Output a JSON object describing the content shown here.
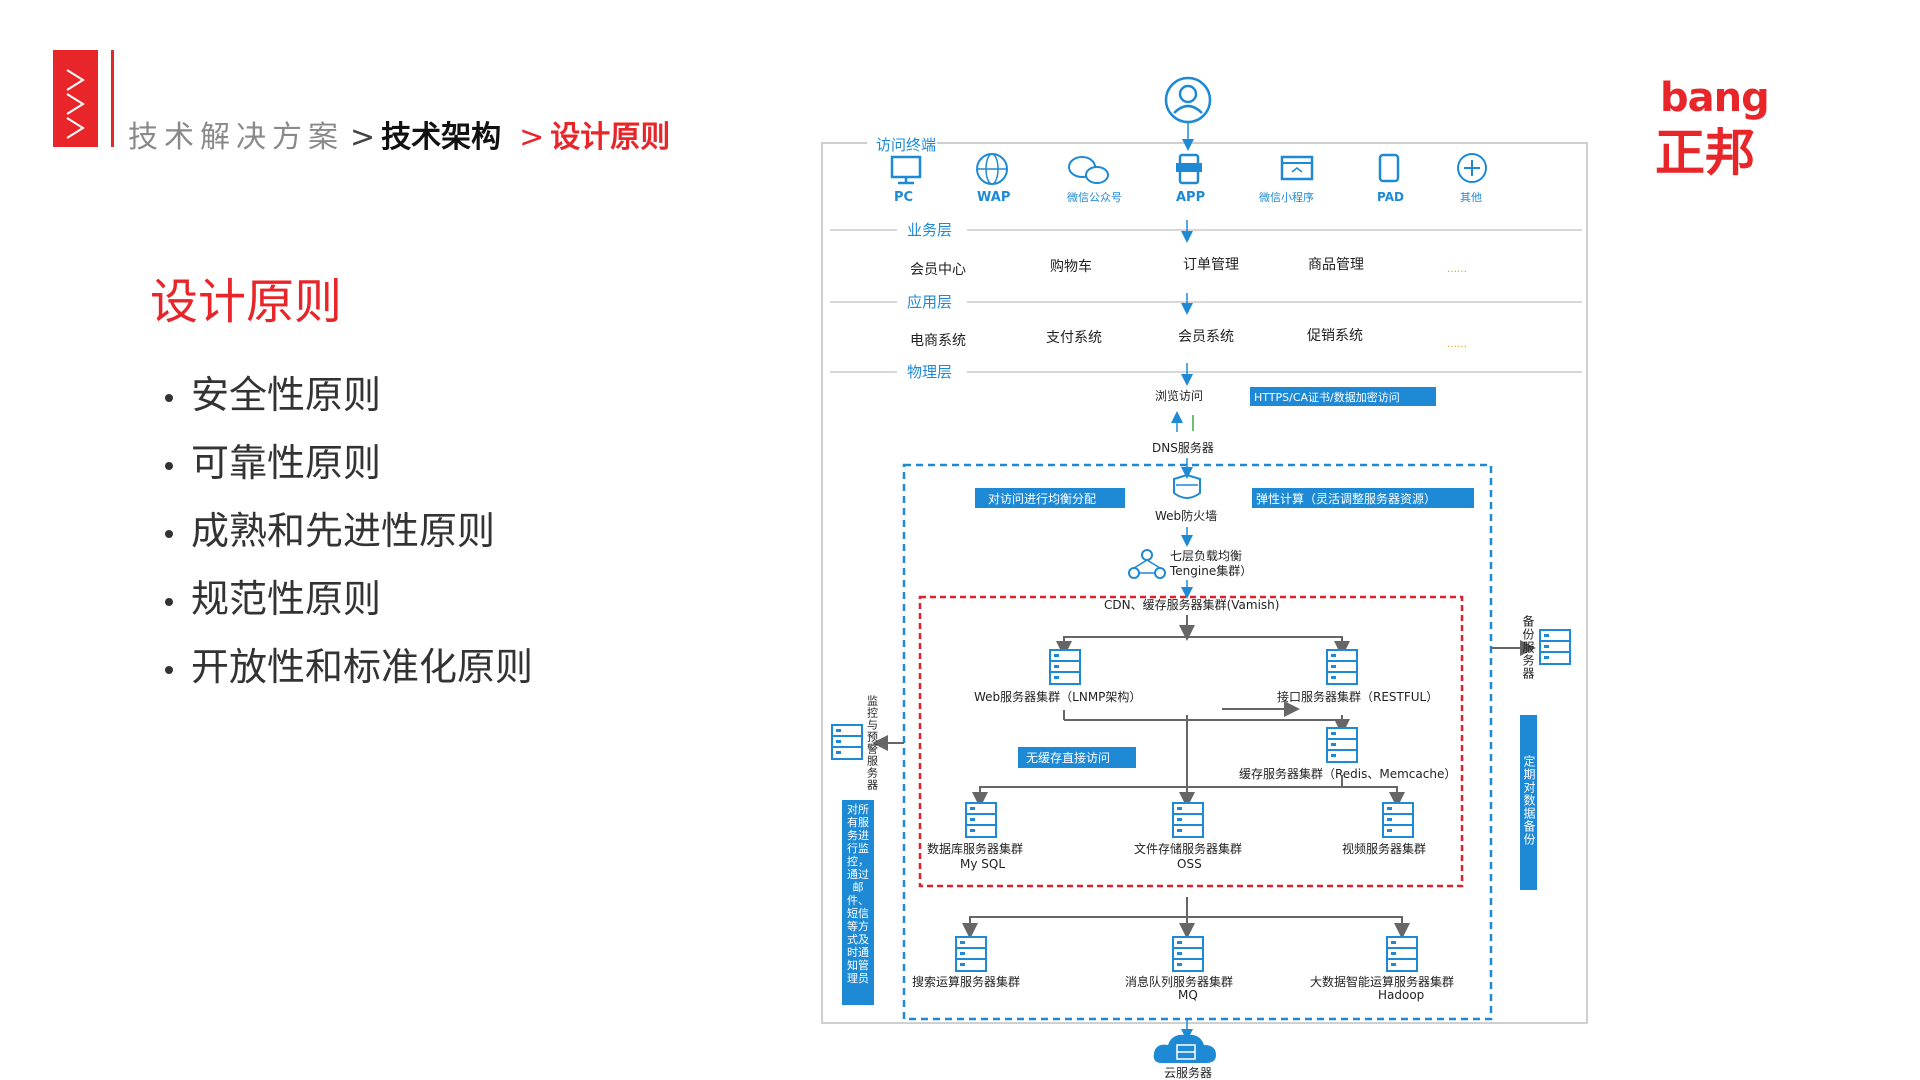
{
  "header": {
    "crumb_root": "技术解决方案",
    "crumb_sep": ">",
    "crumb_mid": "技术架构",
    "crumb_sep2": ">",
    "crumb_current": "设计原则"
  },
  "brand": {
    "en": "bang",
    "cn": "正邦"
  },
  "section": {
    "title": "设计原则",
    "principles": [
      "安全性原则",
      "可靠性原则",
      "成熟和先进性原则",
      "规范性原则",
      "开放性和标准化原则"
    ]
  },
  "diagram": {
    "access_label": "访问终端",
    "terminals": [
      "PC",
      "WAP",
      "微信公众号",
      "APP",
      "微信小程序",
      "PAD",
      "其他"
    ],
    "business_layer": {
      "label": "业务层",
      "items": [
        "会员中心",
        "购物车",
        "订单管理",
        "商品管理",
        "……"
      ]
    },
    "app_layer": {
      "label": "应用层",
      "items": [
        "电商系统",
        "支付系统",
        "会员系统",
        "促销系统",
        "……"
      ]
    },
    "physical_layer": "物理层",
    "browse": "浏览访问",
    "https_note": "HTTPS/CA证书/数据加密访问",
    "dns": "DNS服务器",
    "balance_note": "对访问进行均衡分配",
    "waf": "Web防火墙",
    "elastic_note": "弹性计算（灵活调整服务器资源）",
    "lb_line1": "七层负载均衡",
    "lb_line2": "Tengine集群）",
    "cdn": "CDN、缓存服务器集群(Vamish)",
    "web_cluster": "Web服务器集群（LNMP架构）",
    "api_cluster": "接口服务器集群（RESTFUL）",
    "no_cache_note": "无缓存直接访问",
    "cache_cluster": "缓存服务器集群（Redis、Memcache）",
    "db_cluster": "数据库服务器集群",
    "db_sub": "My SQL",
    "file_cluster": "文件存储服务器集群",
    "file_sub": "OSS",
    "video_cluster": "视频服务器集群",
    "search_cluster": "搜索运算服务器集群",
    "mq_cluster": "消息队列服务器集群",
    "mq_sub": "MQ",
    "bigdata_cluster": "大数据智能运算服务器集群",
    "bigdata_sub": "Hadoop",
    "monitor_server": "监控与预警服务器",
    "monitor_note": "对所有服务进行监控，通过邮件、短信等方式及时通知管理员",
    "backup_server": "备份服务器",
    "backup_note": "定期对数据备份",
    "cloud": "云服务器"
  },
  "colors": {
    "accent": "#e8262a",
    "diagram_blue": "#1e8ad6",
    "dashed_red": "#e0202a"
  }
}
